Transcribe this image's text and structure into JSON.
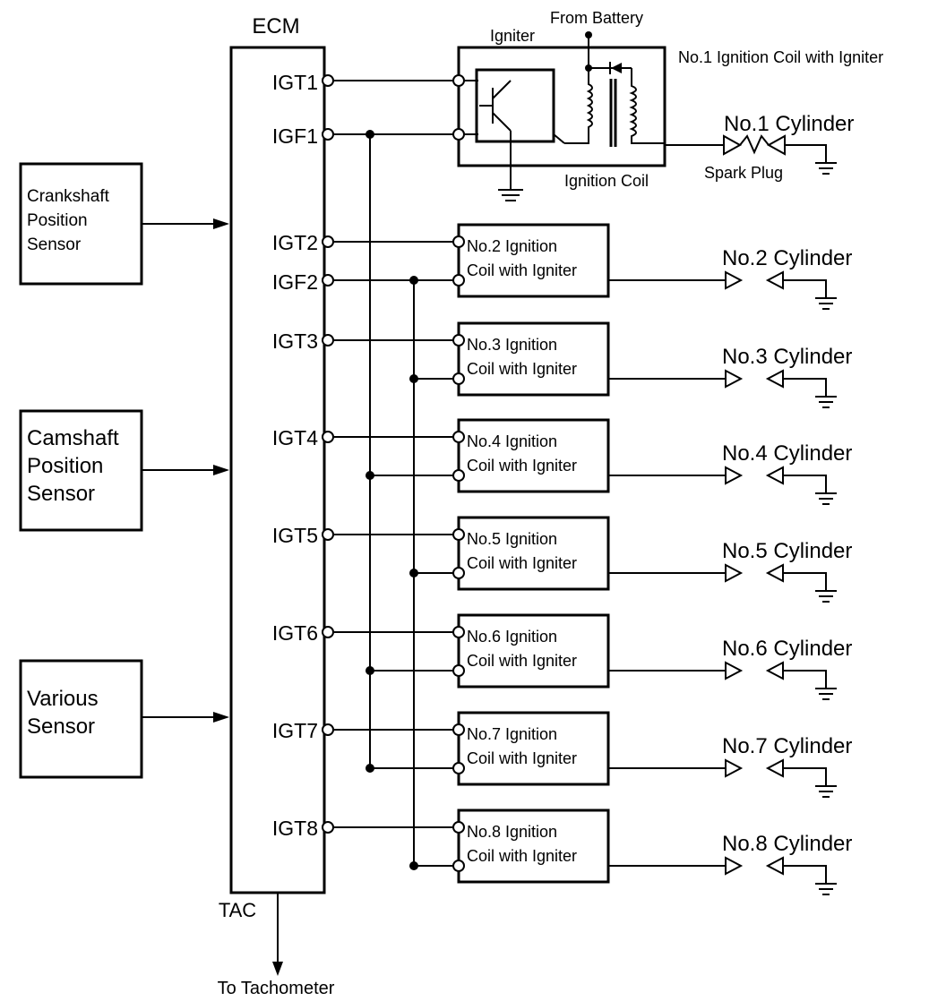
{
  "ecm": {
    "label": "ECM",
    "tac_label": "TAC",
    "tachometer_label": "To Tachometer"
  },
  "sensors": [
    {
      "lines": [
        "Crankshaft",
        "Position",
        "Sensor"
      ]
    },
    {
      "lines": [
        "Camshaft",
        "Position",
        "Sensor"
      ]
    },
    {
      "lines": [
        "Various",
        "Sensor"
      ]
    }
  ],
  "terminals": {
    "igt1": "IGT1",
    "igf1": "IGF1",
    "igt2": "IGT2",
    "igf2": "IGF2",
    "igt3": "IGT3",
    "igt4": "IGT4",
    "igt5": "IGT5",
    "igt6": "IGT6",
    "igt7": "IGT7",
    "igt8": "IGT8"
  },
  "coil1": {
    "title": "No.1 Ignition Coil with Igniter",
    "igniter_label": "Igniter",
    "battery_label": "From Battery",
    "coil_label": "Ignition Coil",
    "spark_plug_label": "Spark Plug",
    "cylinder": "No.1 Cylinder"
  },
  "coils": [
    {
      "line1": "No.2 Ignition",
      "line2": "Coil with Igniter",
      "cylinder": "No.2 Cylinder"
    },
    {
      "line1": "No.3 Ignition",
      "line2": "Coil with Igniter",
      "cylinder": "No.3 Cylinder"
    },
    {
      "line1": "No.4 Ignition",
      "line2": "Coil with Igniter",
      "cylinder": "No.4 Cylinder"
    },
    {
      "line1": "No.5 Ignition",
      "line2": "Coil with Igniter",
      "cylinder": "No.5 Cylinder"
    },
    {
      "line1": "No.6 Ignition",
      "line2": "Coil with Igniter",
      "cylinder": "No.6 Cylinder"
    },
    {
      "line1": "No.7 Ignition",
      "line2": "Coil with Igniter",
      "cylinder": "No.7 Cylinder"
    },
    {
      "line1": "No.8 Ignition",
      "line2": "Coil with Igniter",
      "cylinder": "No.8 Cylinder"
    }
  ]
}
